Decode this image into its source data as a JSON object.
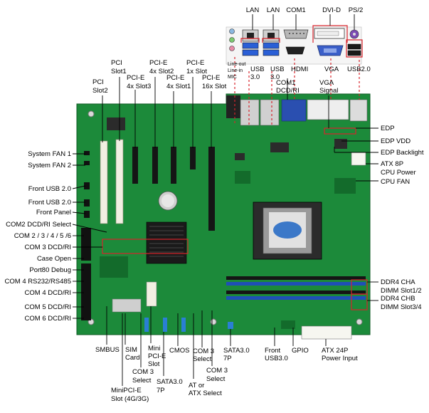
{
  "colors": {
    "pcb": "#1c8a3a",
    "pcb_dark": "#136b2b",
    "leader_red": "#d8242c",
    "slot_white": "#f2efe2",
    "slot_black": "#151515",
    "dimm_blue": "#1f4fb8",
    "sata_blue": "#2a7fd4",
    "usb_blue": "#2a5fd6"
  },
  "labels": {
    "lan1": "LAN",
    "lan2": "LAN",
    "com1_top": "COM1",
    "dvi_d": "DVI-D",
    "ps2": "PS/2",
    "lineout_l1": "Line-out",
    "lineout_l2": "Line-in",
    "lineout_l3": "MIC",
    "usb30_a_l1": "USB",
    "usb30_a_l2": "3.0",
    "usb30_b_l1": "USB",
    "usb30_b_l2": "3.0",
    "hdmi": "HDMI",
    "vga": "VGA",
    "usb20_top": "USB2.0",
    "com1_dcd_l1": "COM1",
    "com1_dcd_l2": "DCD/RI",
    "vga_signal_l1": "VGA",
    "vga_signal_l2": "Signal",
    "pci_slot1_l1": "PCI",
    "pci_slot1_l2": "Slot1",
    "pci_slot2_l1": "PCI",
    "pci_slot2_l2": "Slot2",
    "pcie4x_slot2_l1": "PCI-E",
    "pcie4x_slot2_l2": "4x Slot2",
    "pcie4x_slot3_l1": "PCI-E",
    "pcie4x_slot3_l2": "4x Slot3",
    "pcie1x_l1": "PCI-E",
    "pcie1x_l2": "1x Slot",
    "pcie4x_slot1_l1": "PCI-E",
    "pcie4x_slot1_l2": "4x Slot1",
    "pcie16x_l1": "PCI-E",
    "pcie16x_l2": "16x Slot",
    "edp": "EDP",
    "edp_vdd": "EDP VDD",
    "edp_backlight": "EDP Backlight",
    "atx8p_l1": "ATX 8P",
    "atx8p_l2": "CPU Power",
    "cpu_fan": "CPU FAN",
    "ddr4_cha_l1": "DDR4 CHA",
    "ddr4_cha_l2": "DIMM Slot1/2",
    "ddr4_chb_l1": "DDR4 CHB",
    "ddr4_chb_l2": "DIMM Slot3/4",
    "sys_fan1": "System FAN 1",
    "sys_fan2": "System FAN 2",
    "front_usb20_a": "Front USB 2.0",
    "front_usb20_b": "Front USB 2.0",
    "front_panel": "Front Panel",
    "com2_dcd_sel": "COM2 DCD/RI Select",
    "com2_6": "COM 2 / 3 / 4 / 5 /6",
    "com3_dcd": "COM 3 DCD/RI",
    "case_open": "Case Open",
    "port80": "Port80 Debug",
    "com4_rs": "COM 4 RS232/RS485",
    "com4_dcd": "COM 4 DCD/RI",
    "com5_dcd": "COM 5 DCD/RI",
    "com6_dcd": "COM 6 DCD/RI",
    "smbus": "SMBUS",
    "sim_l1": "SIM",
    "sim_l2": "Card",
    "com3_sel_a_l1": "COM 3",
    "com3_sel_a_l2": "Select",
    "minipcie_slot_l1": "Mini",
    "minipcie_slot_l2": "PCI-E",
    "minipcie_slot_l3": "Slot",
    "sata30_a_l1": "SATA3.0",
    "sata30_a_l2": "7P",
    "minipcie_4g_l1": "MiniPCI-E",
    "minipcie_4g_l2": "Slot (4G/3G)",
    "cmos": "CMOS",
    "com3_sel_b_l1": "COM 3",
    "com3_sel_b_l2": "Select",
    "at_atx_l1": "AT or",
    "at_atx_l2": "ATX Select",
    "com3_sel_c_l1": "COM 3",
    "com3_sel_c_l2": "Select",
    "sata30_b_l1": "SATA3.0",
    "sata30_b_l2": "7P",
    "front_usb30_l1": "Front",
    "front_usb30_l2": "USB3.0",
    "gpio": "GPIO",
    "atx24p_l1": "ATX 24P",
    "atx24p_l2": "Power Input"
  }
}
